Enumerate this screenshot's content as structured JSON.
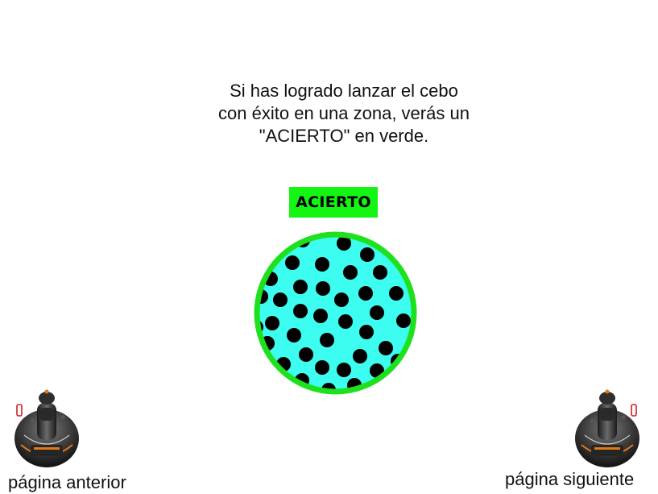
{
  "instructions": {
    "line1": "Si has logrado lanzar el cebo",
    "line2": "con éxito en una zona, verás un",
    "line3": "\"ACIERTO\" en verde."
  },
  "badge": {
    "text": "ACIERTO",
    "color": "#14f514"
  },
  "zone": {
    "fill_color": "#3dfdf0",
    "ring_color": "#1ee11e",
    "dot_color": "#000000"
  },
  "navigation": {
    "previous_label": "página anterior",
    "next_label": "página siguiente",
    "icon": "joystick-icon"
  }
}
